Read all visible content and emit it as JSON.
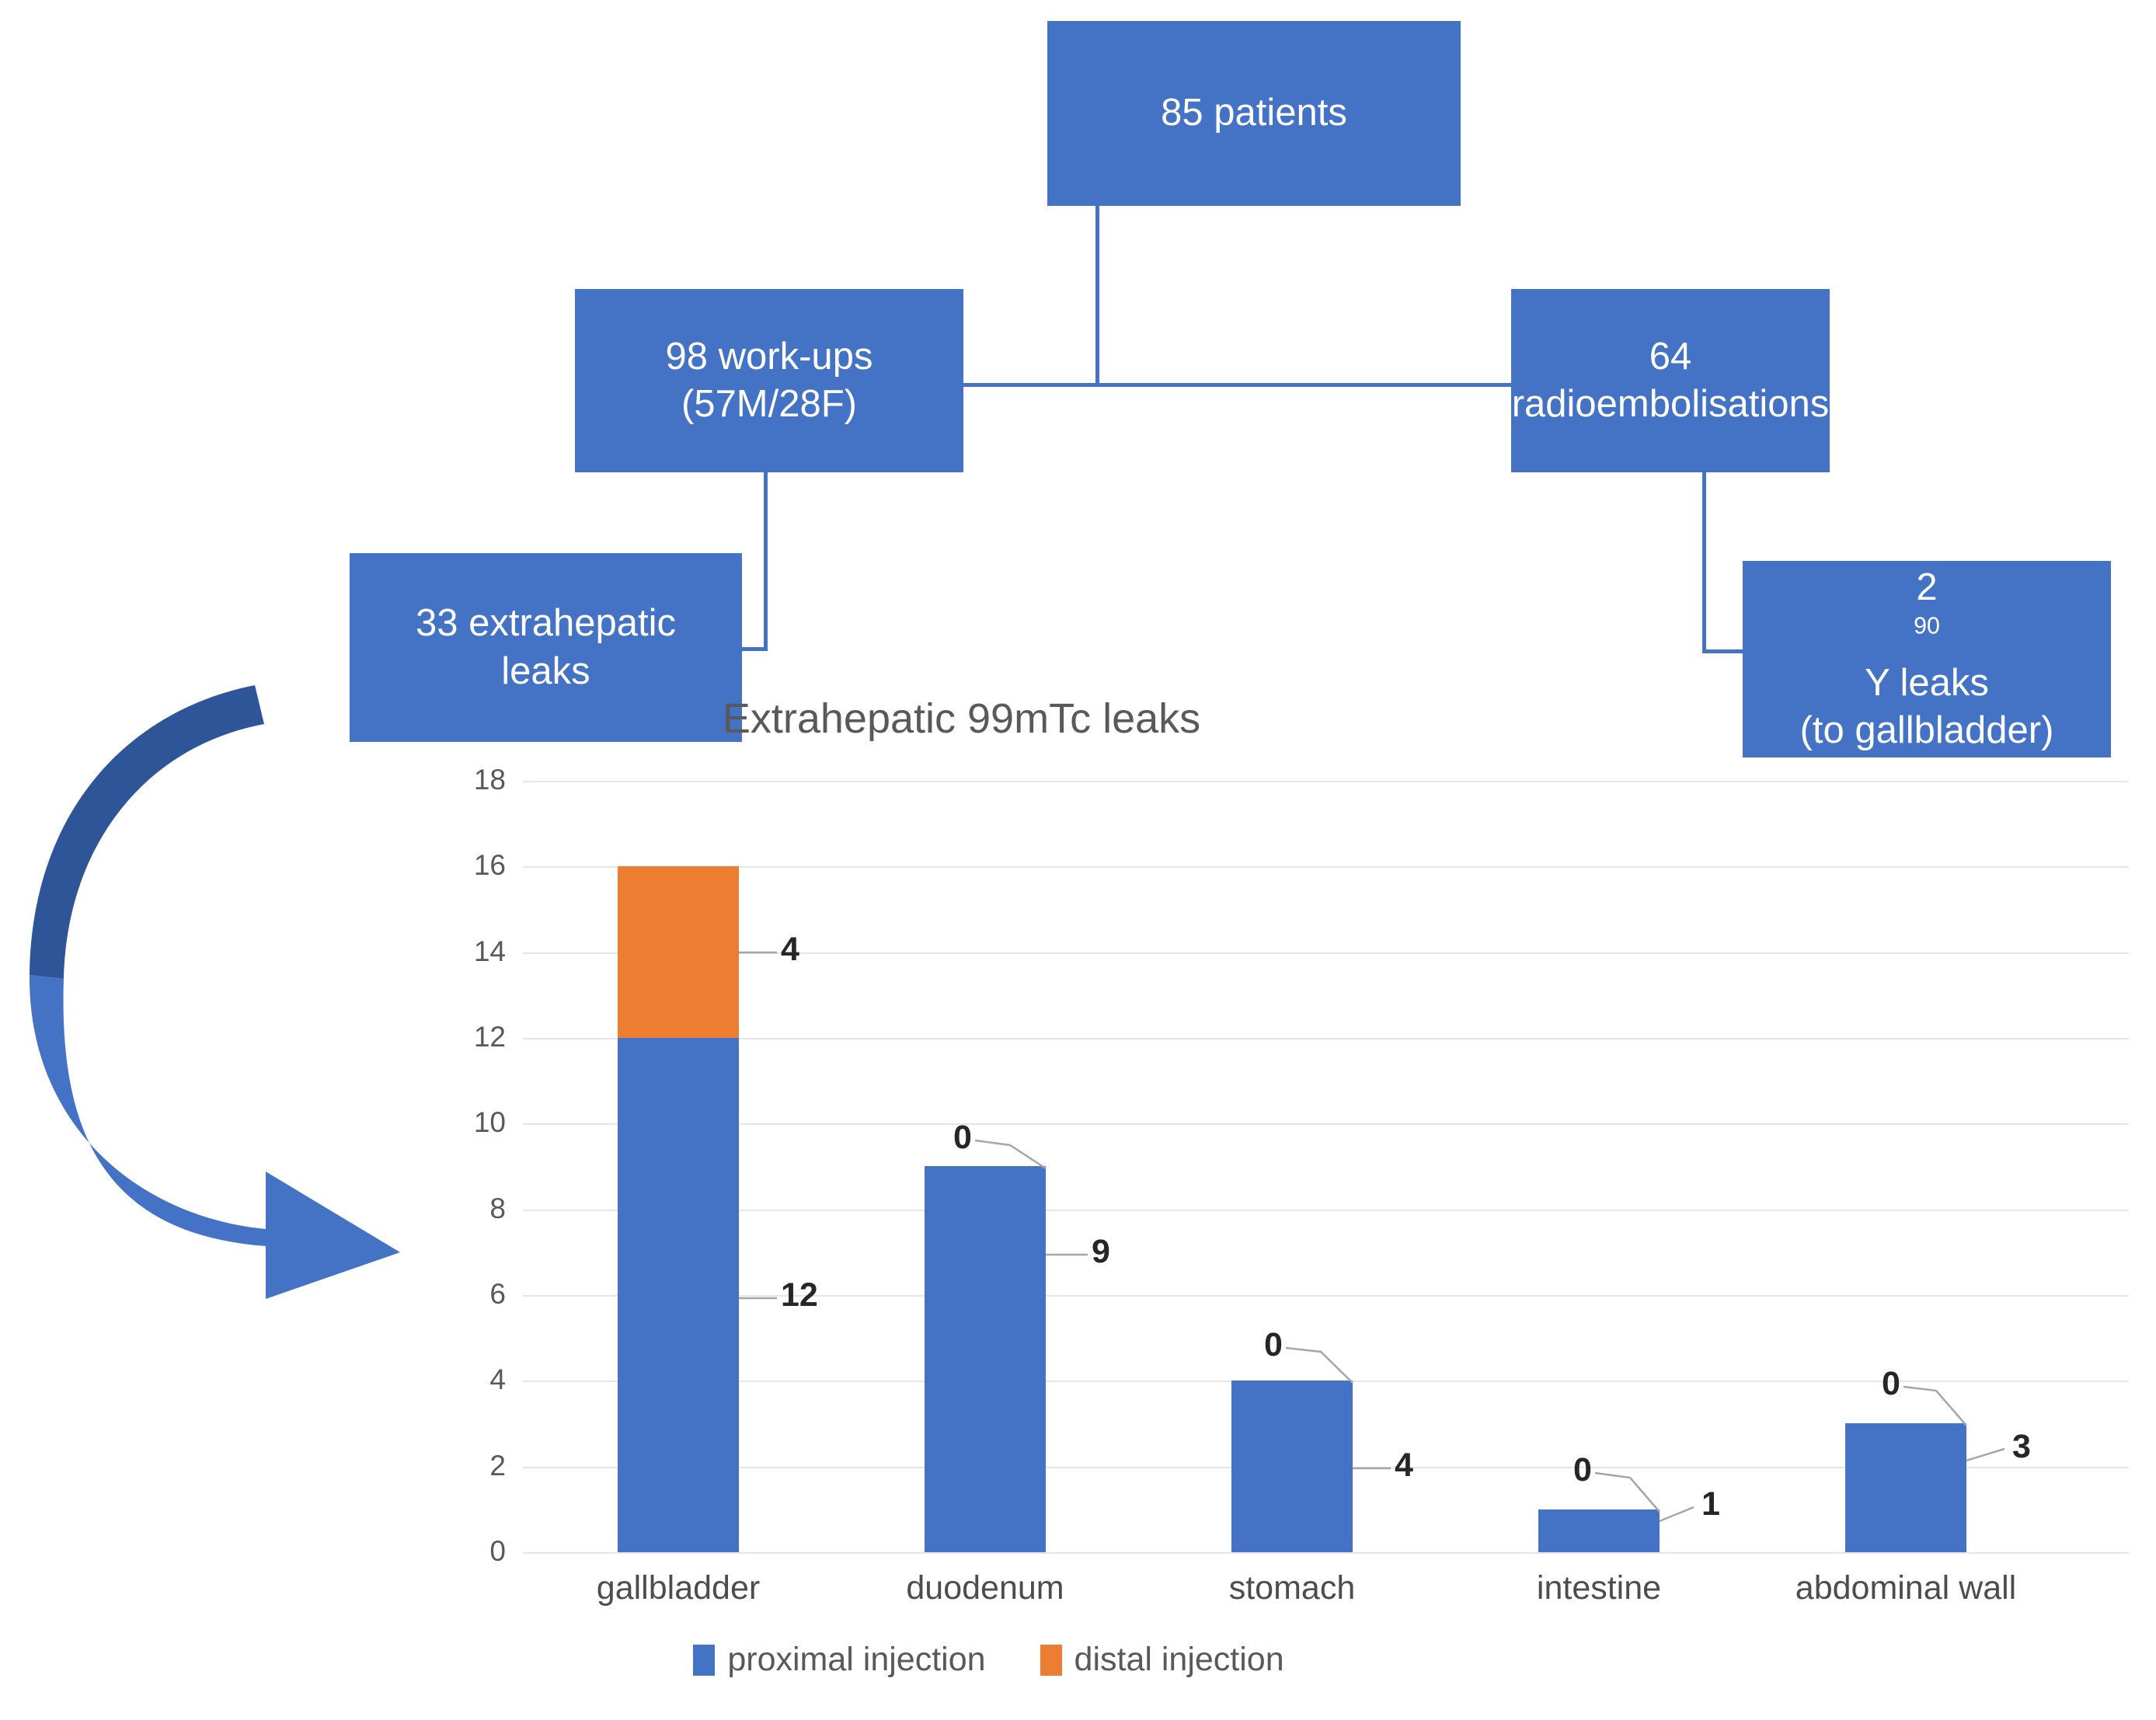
{
  "flow": {
    "patients": "85 patients",
    "workups_line1": "98 work-ups",
    "workups_line2": "(57M/28F)",
    "radio_line1": "64",
    "radio_line2": "radioembolisations",
    "extrahepatic_line1": "33 extrahepatic",
    "extrahepatic_line2": "leaks",
    "yleaks_line1_pre": "2 ",
    "yleaks_line1_sup": "90",
    "yleaks_line1_post": "Y leaks",
    "yleaks_line2": "(to gallbladder)",
    "box_color": "#4472c4",
    "arrow_color_top": "#2e5597",
    "arrow_color_bottom": "#4472c4"
  },
  "chart_data": {
    "type": "bar",
    "stacked": true,
    "title": "Extrahepatic 99mTc leaks",
    "xlabel": "",
    "ylabel": "",
    "ylim": [
      0,
      18
    ],
    "ytick_step": 2,
    "yticks": [
      "0",
      "2",
      "4",
      "6",
      "8",
      "10",
      "12",
      "14",
      "16",
      "18"
    ],
    "grid": true,
    "legend_position": "bottom",
    "categories": [
      "gallbladder",
      "duodenum",
      "stomach",
      "intestine",
      "abdominal wall"
    ],
    "series": [
      {
        "name": "proximal injection",
        "color": "#4472c4",
        "values": [
          12,
          9,
          4,
          1,
          3
        ]
      },
      {
        "name": "distal injection",
        "color": "#ed7d31",
        "values": [
          4,
          0,
          0,
          0,
          0
        ]
      }
    ],
    "data_labels": {
      "proximal": [
        "12",
        "9",
        "4",
        "1",
        "3"
      ],
      "distal": [
        "4",
        "0",
        "0",
        "0",
        "0"
      ]
    }
  }
}
